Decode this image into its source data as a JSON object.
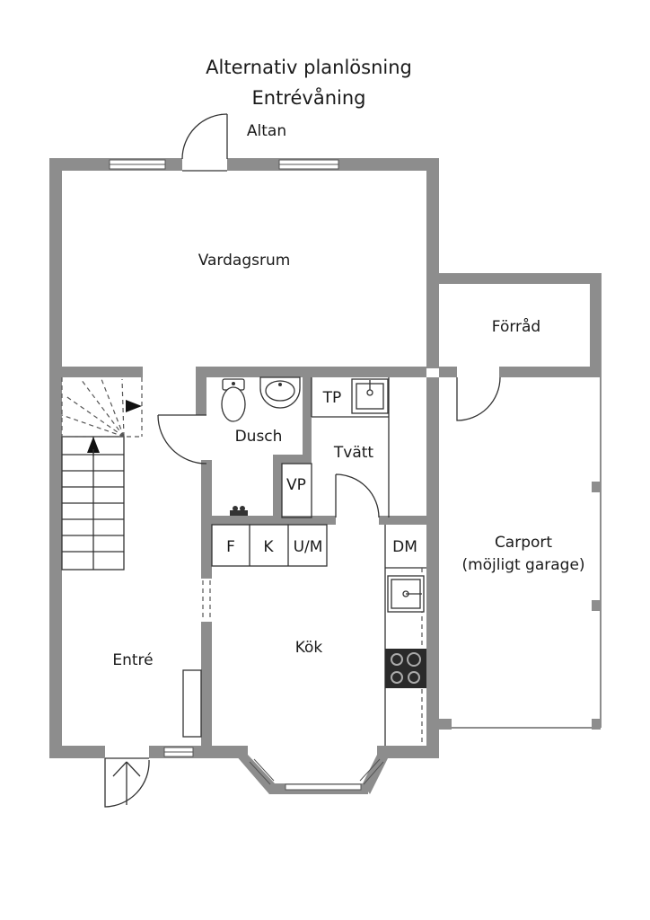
{
  "title": {
    "line1": "Alternativ planlösning",
    "line2": "Entrévåning"
  },
  "rooms": {
    "altan": "Altan",
    "vardagsrum": "Vardagsrum",
    "forrad": "Förråd",
    "dusch": "Dusch",
    "tp": "TP",
    "tvatt": "Tvätt",
    "vp": "VP",
    "f": "F",
    "k": "K",
    "um": "U/M",
    "dm": "DM",
    "carport_line1": "Carport",
    "carport_line2": "(möjligt garage)",
    "kok": "Kök",
    "entre": "Entré"
  },
  "colors": {
    "wall": "#8d8d8d",
    "stove": "#2a2a2a",
    "line": "#333333"
  }
}
